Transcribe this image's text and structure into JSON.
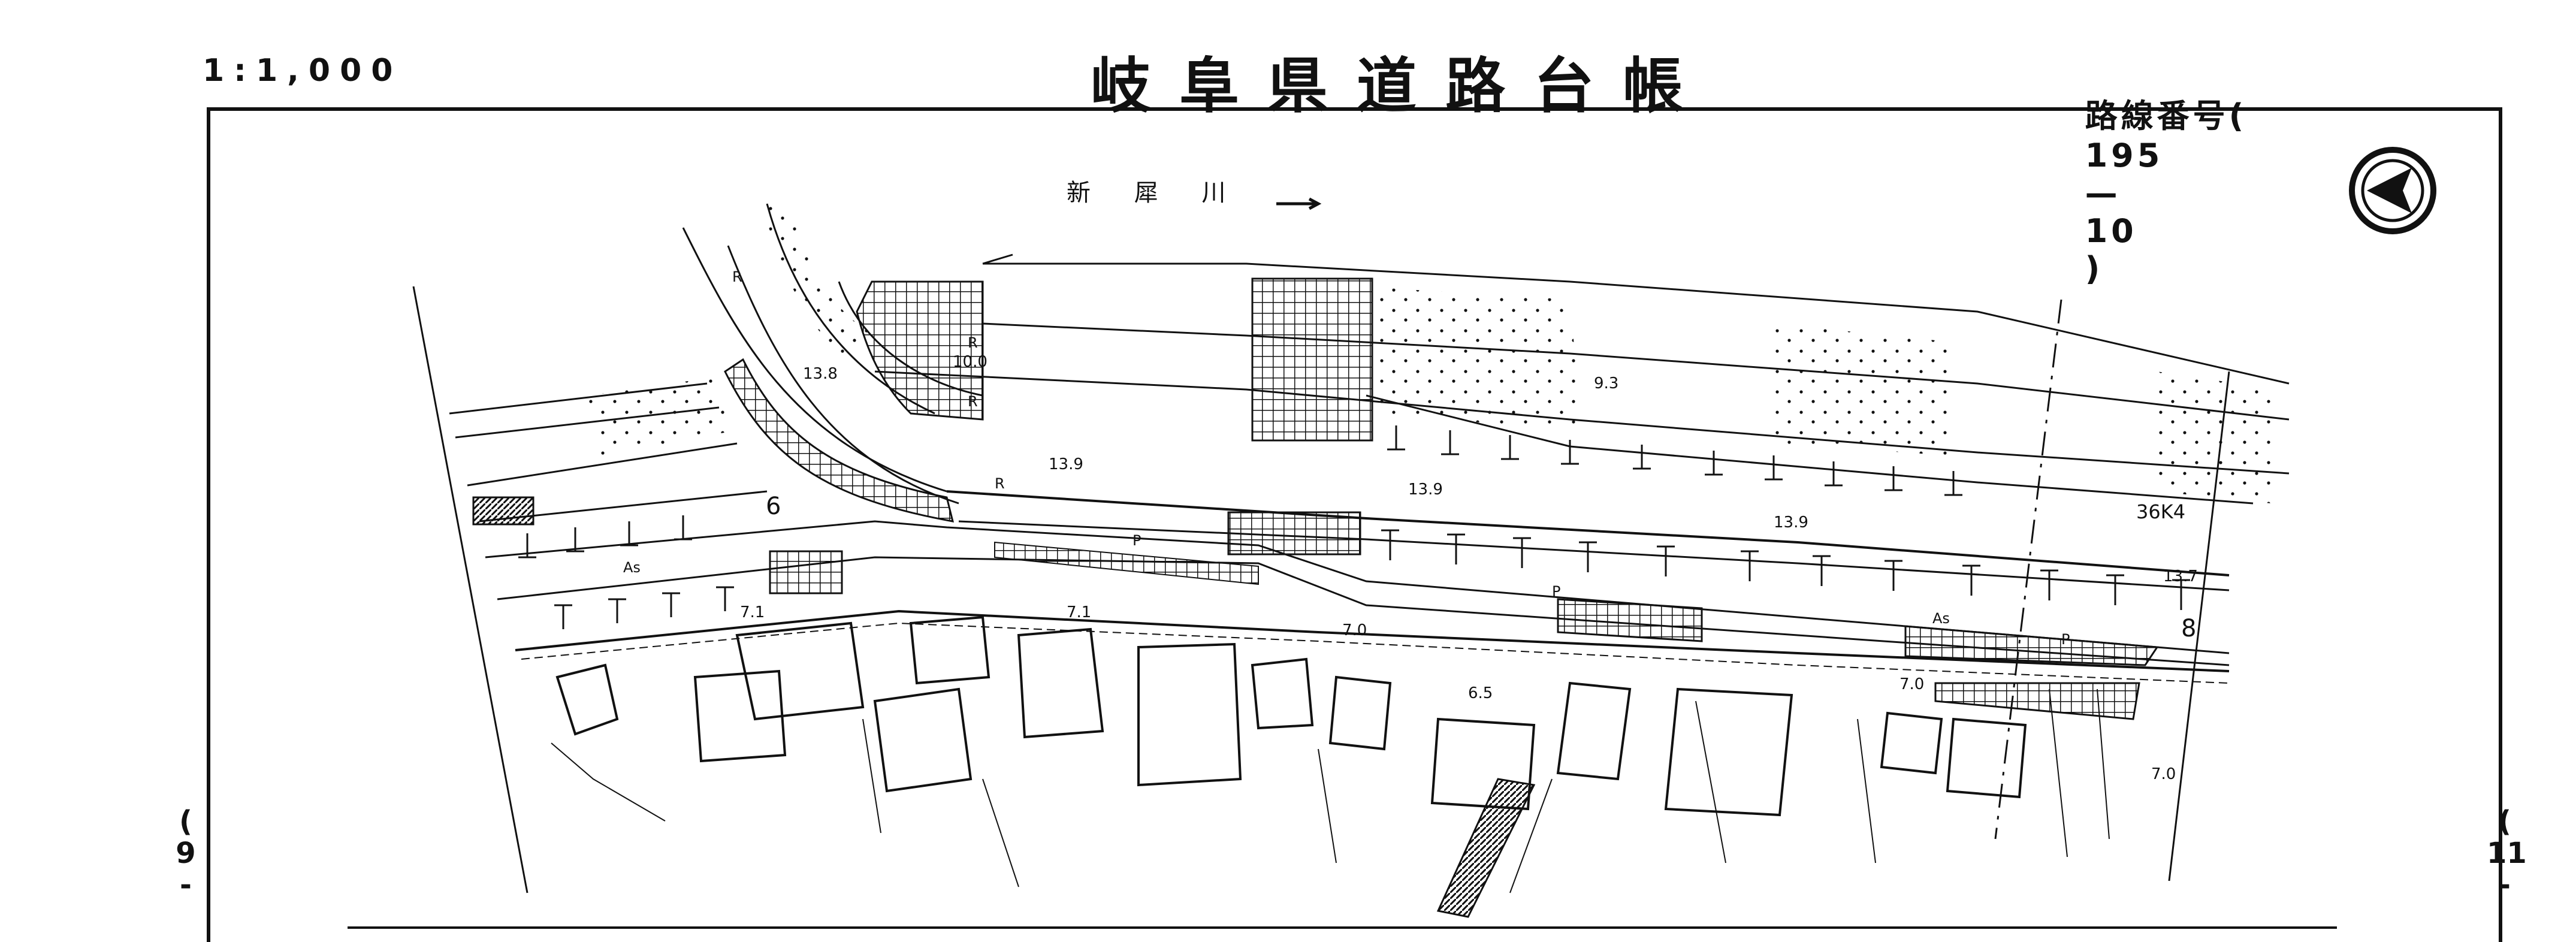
{
  "header": {
    "scale": "1:1,000",
    "title": "岐阜県道路台帳",
    "route_label": "路線番号(",
    "route_number": "195",
    "route_dash": "—",
    "route_sheet": "10",
    "route_close": ")"
  },
  "side_marks": {
    "left": "( 9 -",
    "right": "( 11 -"
  },
  "map": {
    "river_label": "新 犀 川",
    "spot_heights": [
      "10.0",
      "13.8",
      "9.3",
      "13.9",
      "13.9",
      "13.9",
      "13.7",
      "7.1",
      "7.1",
      "7.0",
      "6.5",
      "7.0",
      "7.0"
    ],
    "station_marks": [
      "6",
      "8"
    ],
    "station_text": "36K4",
    "side_letters": [
      "R",
      "R",
      "R",
      "R",
      "P",
      "P",
      "P",
      "As",
      "As"
    ],
    "north_arrow": "north-arrow-icon"
  }
}
